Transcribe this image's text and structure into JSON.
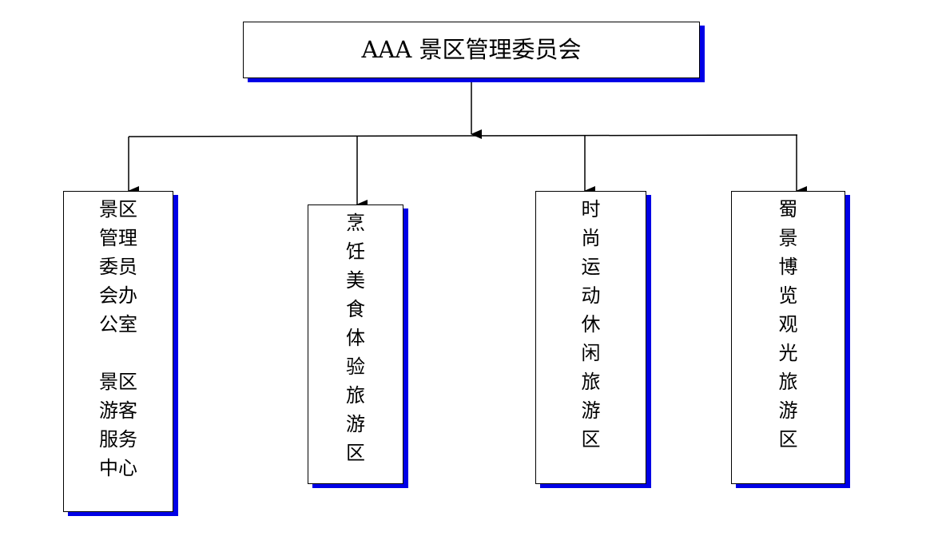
{
  "org_chart": {
    "root": {
      "label": "AAA 景区管理委员会"
    },
    "children": [
      {
        "id": "child-1",
        "label": "景区\n管理\n委员\n会办\n公室\n\n景区\n游客\n服务\n中心"
      },
      {
        "id": "child-2",
        "label": "烹\n饪\n美\n食\n体\n验\n旅\n游\n区"
      },
      {
        "id": "child-3",
        "label": "时\n尚\n运\n动\n休\n闲\n旅\n游\n区"
      },
      {
        "id": "child-4",
        "label": "蜀\n景\n博\n览\n观\n光\n旅\n游\n区"
      }
    ],
    "colors": {
      "border": "#000000",
      "shadow": "#0000e6",
      "background": "#ffffff"
    }
  }
}
